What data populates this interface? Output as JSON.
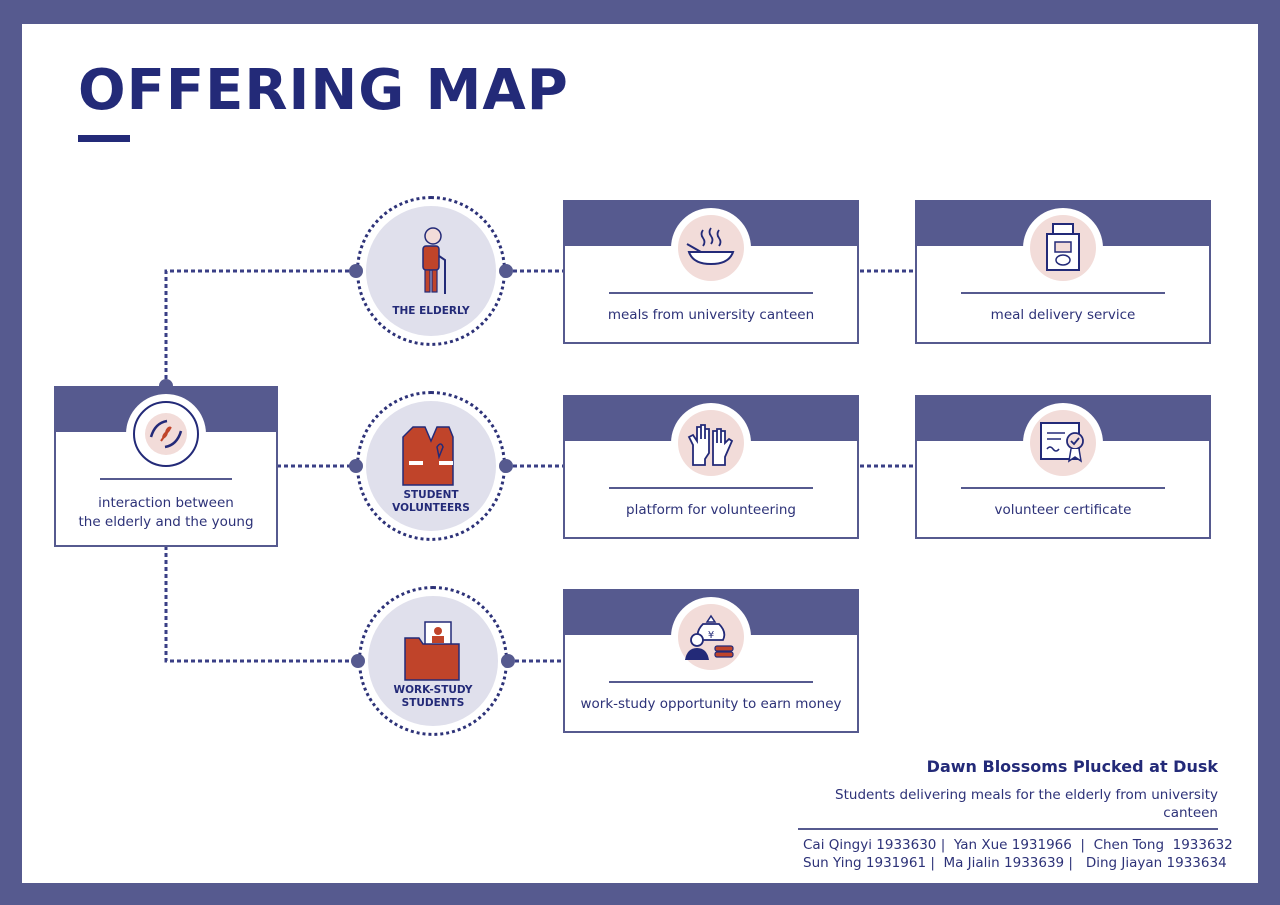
{
  "title": "OFFERING MAP",
  "colors": {
    "frame": "#565a8f",
    "navy": "#232a78",
    "accent": "#c0442a",
    "badge": "#f2dcd9",
    "node": "#e0e0ec"
  },
  "root": {
    "label_line1": "interaction between",
    "label_line2": "the elderly and the young",
    "icon": "hands-wheat-icon"
  },
  "groups": [
    {
      "label": "THE ELDERLY",
      "icon": "elderly-person-icon"
    },
    {
      "label_line1": "STUDENT",
      "label_line2": "VOLUNTEERS",
      "icon": "volunteer-vest-icon"
    },
    {
      "label_line1": "WORK-STUDY",
      "label_line2": "STUDENTS",
      "icon": "folder-id-icon"
    }
  ],
  "offerings": [
    {
      "label": "meals from university canteen",
      "icon": "steaming-dish-icon"
    },
    {
      "label": "meal delivery service",
      "icon": "delivery-bag-icon"
    },
    {
      "label": "platform for volunteering",
      "icon": "raised-hands-icon"
    },
    {
      "label": "volunteer certificate",
      "icon": "certificate-icon"
    },
    {
      "label": "work-study opportunity to earn money",
      "icon": "money-bag-worker-icon"
    }
  ],
  "credits": {
    "project": "Dawn Blossoms Plucked at Dusk",
    "subtitle": "Students delivering meals for the elderly from university canteen",
    "names_line1": "Cai Qingyi 1933630 |  Yan Xue 1931966  |  Chen Tong  1933632",
    "names_line2": "Sun Ying 1931961 |  Ma Jialin 1933639 |   Ding Jiayan 1933634"
  }
}
